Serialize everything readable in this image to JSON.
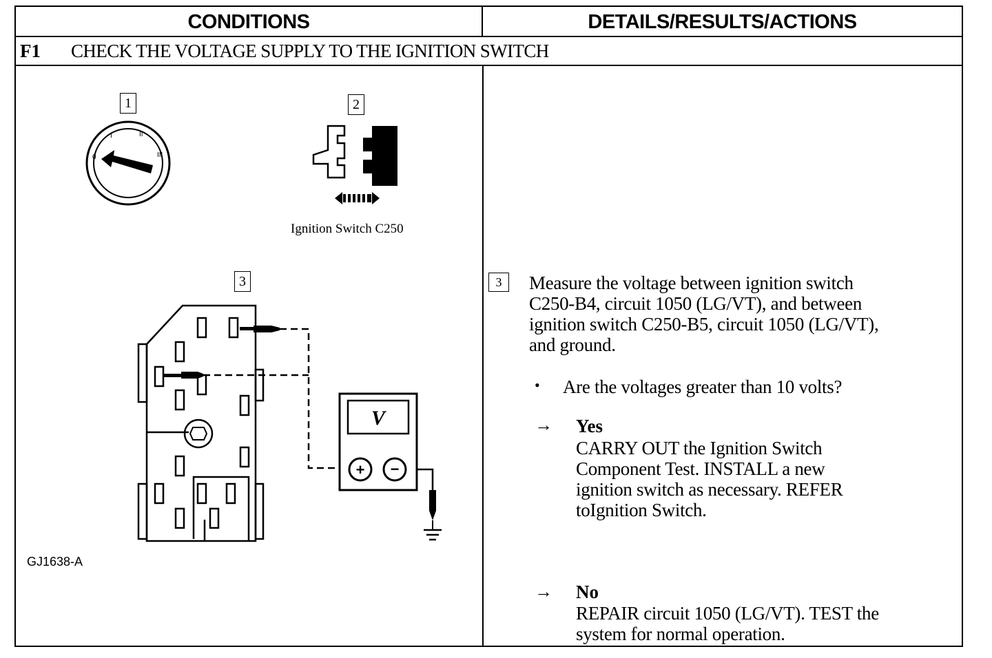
{
  "header": {
    "conditions": "CONDITIONS",
    "details": "DETAILS/RESULTS/ACTIONS"
  },
  "step": {
    "code": "F1",
    "title": "CHECK THE VOLTAGE SUPPLY TO THE IGNITION SWITCH"
  },
  "figure": {
    "callout_1": "1",
    "callout_2": "2",
    "callout_3": "3",
    "connector_caption": "Ignition Switch C250",
    "meter_label": "V",
    "plus": "+",
    "minus": "−",
    "ignition_positions": [
      "0",
      "I",
      "II",
      "III"
    ],
    "figure_id": "GJ1638-A"
  },
  "details": {
    "step_ref": "3",
    "measure_lines": [
      "Measure the voltage between ignition switch",
      "C250-B4, circuit 1050 (LG/VT), and between",
      "ignition switch C250-B5, circuit 1050 (LG/VT),",
      "and ground."
    ],
    "bullet": "•",
    "question": "Are the voltages greater than 10 volts?",
    "arrow": "→",
    "yes_label": "Yes",
    "yes_lines": [
      "CARRY OUT the Ignition Switch",
      "Component Test.  INSTALL a new",
      "ignition switch as necessary. REFER",
      "toIgnition Switch."
    ],
    "no_label": "No",
    "no_lines": [
      "REPAIR circuit 1050 (LG/VT). TEST the",
      "system for normal operation."
    ]
  }
}
